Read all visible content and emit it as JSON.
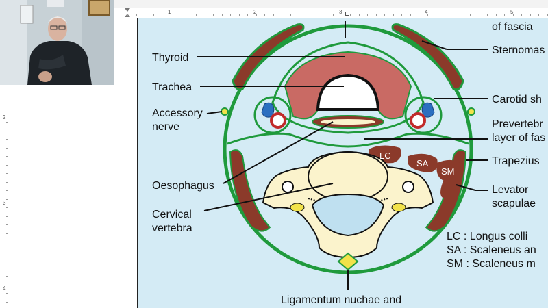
{
  "ruler": {
    "horizontal_numbers": [
      "1",
      "2",
      "3",
      "4",
      "5"
    ],
    "vertical_numbers": [
      "2",
      "3",
      "4"
    ]
  },
  "figure": {
    "labels": {
      "fascia_top": "of fascia",
      "thyroid": "Thyroid",
      "trachea": "Trachea",
      "accessory_1": "Accessory",
      "accessory_2": "nerve",
      "oesophagus": "Oesophagus",
      "cervical_1": "Cervical",
      "cervical_2": "vertebra",
      "sternomastoid": "Sternomas",
      "carotid": "Carotid sh",
      "prevertebral_1": "Prevertebr",
      "prevertebral_2": "layer of fas",
      "trapezius": "Trapezius",
      "levator_1": "Levator",
      "levator_2": "scapulae",
      "lc": "LC",
      "sa": "SA",
      "sm": "SM",
      "legend_lc": "LC : Longus colli",
      "legend_sa": "SA : Scaleneus an",
      "legend_sm": "SM : Scaleneus m",
      "ligamentum": "Ligamentum nuchae and"
    },
    "colors": {
      "background": "#d4ebf5",
      "fascia_green": "#1f9a3c",
      "muscle_brown": "#8b3a2a",
      "thyroid_red": "#c96a64",
      "vertebra_cream": "#fbf3cc",
      "canal_blue": "#bfe0f0",
      "yellow": "#f2e24a"
    }
  }
}
